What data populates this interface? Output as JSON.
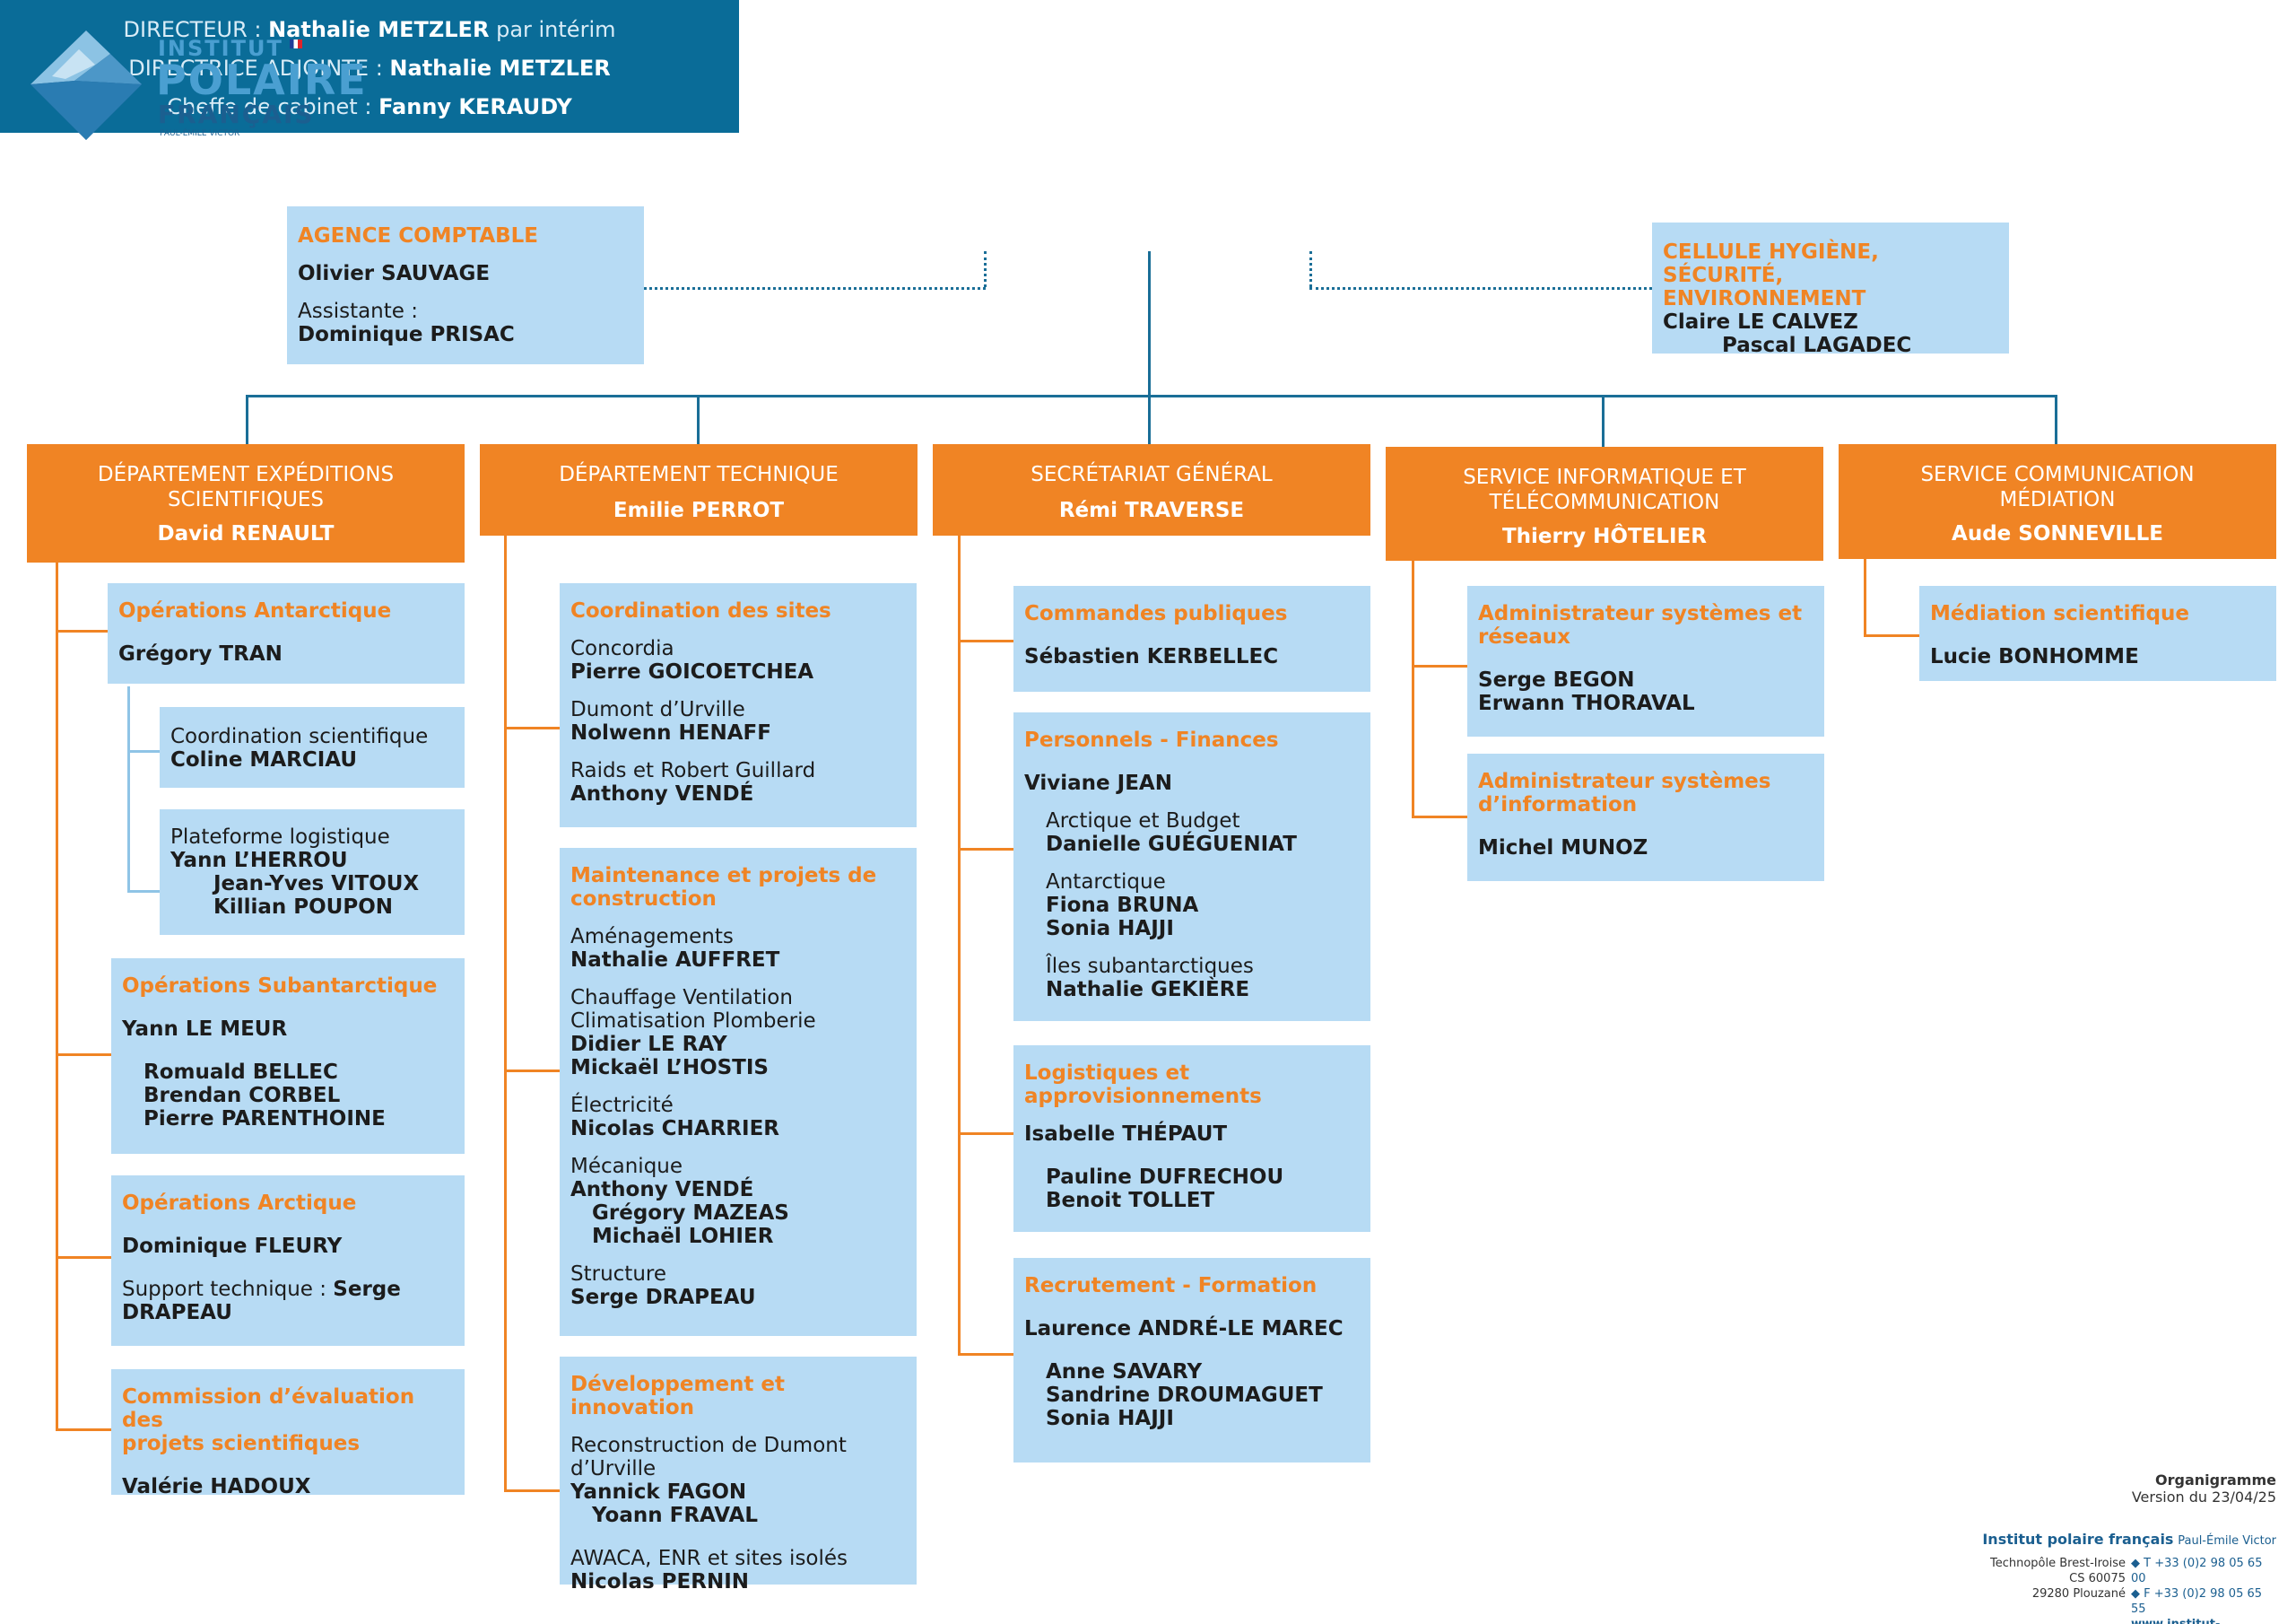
{
  "logo": {
    "line1": "INSTITUT",
    "line2": "POLAIRE",
    "line3": "FRANÇAIS",
    "line4": "PAUL-ÉMILE VICTOR"
  },
  "direction": {
    "director_label": "DIRECTEUR :",
    "director_name": "Nathalie METZLER",
    "director_note": "par intérim",
    "deputy_label": "DIRECTRICE ADJOINTE :",
    "deputy_name": "Nathalie METZLER",
    "cabinet_label": "Cheffe de cabinet :",
    "cabinet_name": "Fanny KERAUDY"
  },
  "agence": {
    "title": "AGENCE COMPTABLE",
    "name": "Olivier SAUVAGE",
    "assistant_label": "Assistante :",
    "assistant_name": "Dominique PRISAC"
  },
  "hygiene": {
    "title_line1": "CELLULE HYGIÈNE, SÉCURITÉ,",
    "title_line2": "ENVIRONNEMENT",
    "name1": "Claire LE CALVEZ",
    "name2": "Pascal LAGADEC"
  },
  "dept_expeditions": {
    "title_line1": "DÉPARTEMENT EXPÉDITIONS",
    "title_line2": "SCIENTIFIQUES",
    "head": "David RENAULT",
    "antarctique": {
      "title": "Opérations Antarctique",
      "name": "Grégory TRAN"
    },
    "coordination": {
      "label": "Coordination scientifique",
      "name": "Coline MARCIAU"
    },
    "plateforme": {
      "label": "Plateforme logistique",
      "name1": "Yann L’HERROU",
      "name2": "Jean-Yves VITOUX",
      "name3": "Killian POUPON"
    },
    "subantarctique": {
      "title": "Opérations Subantarctique",
      "lead": "Yann LE MEUR",
      "name1": "Romuald BELLEC",
      "name2": "Brendan CORBEL",
      "name3": "Pierre PARENTHOINE"
    },
    "arctique": {
      "title": "Opérations Arctique",
      "name": "Dominique FLEURY",
      "support_label": "Support technique :",
      "support_name_a": "Serge",
      "support_name_b": "DRAPEAU"
    },
    "commission": {
      "title_line1": "Commission d’évaluation des",
      "title_line2": "projets scientifiques",
      "name": "Valérie HADOUX"
    }
  },
  "dept_technique": {
    "title": "DÉPARTEMENT TECHNIQUE",
    "head": "Emilie PERROT",
    "coordination": {
      "title": "Coordination des sites",
      "site1": "Concordia",
      "name1": "Pierre GOICOETCHEA",
      "site2": "Dumont d’Urville",
      "name2": "Nolwenn HENAFF",
      "site3": "Raids et Robert Guillard",
      "name3": "Anthony VENDÉ"
    },
    "maintenance": {
      "title_line1": "Maintenance et projets de",
      "title_line2": "construction",
      "s1": "Aménagements",
      "s1_name": "Nathalie AUFFRET",
      "s2_line1": "Chauffage Ventilation",
      "s2_line2": "Climatisation Plomberie",
      "s2_name1": "Didier LE RAY",
      "s2_name2": "Mickaël L’HOSTIS",
      "s3": "Électricité",
      "s3_name": "Nicolas CHARRIER",
      "s4": "Mécanique",
      "s4_name1": "Anthony VENDÉ",
      "s4_name2": "Grégory MAZEAS",
      "s4_name3": "Michaël LOHIER",
      "s5": "Structure",
      "s5_name": "Serge DRAPEAU"
    },
    "developpement": {
      "title": "Développement et innovation",
      "s1_line1": "Reconstruction de Dumont",
      "s1_line2": "d’Urville",
      "s1_name1": "Yannick FAGON",
      "s1_name2": "Yoann FRAVAL",
      "s2": "AWACA, ENR et sites isolés",
      "s2_name": "Nicolas PERNIN"
    }
  },
  "secretariat": {
    "title": "SECRÉTARIAT GÉNÉRAL",
    "head": "Rémi TRAVERSE",
    "commandes": {
      "title": "Commandes publiques",
      "name": "Sébastien KERBELLEC"
    },
    "personnels": {
      "title": "Personnels - Finances",
      "lead": "Viviane JEAN",
      "s1": "Arctique et Budget",
      "s1_name": "Danielle GUÉGUENIAT",
      "s2": "Antarctique",
      "s2_name1": "Fiona BRUNA",
      "s2_name2": "Sonia HAJJI",
      "s3": "Îles subantarctiques",
      "s3_name": "Nathalie GEKIÈRE"
    },
    "logistiques": {
      "title_line1": "Logistiques et",
      "title_line2": "approvisionnements",
      "lead": "Isabelle THÉPAUT",
      "name1": "Pauline DUFRECHOU",
      "name2": "Benoit TOLLET"
    },
    "recrutement": {
      "title": "Recrutement - Formation",
      "lead": "Laurence ANDRÉ-LE MAREC",
      "name1": "Anne SAVARY",
      "name2": "Sandrine DROUMAGUET",
      "name3": "Sonia HAJJI"
    }
  },
  "informatique": {
    "title_line1": "SERVICE INFORMATIQUE ET",
    "title_line2": "TÉLÉCOMMUNICATION",
    "head": "Thierry HÔTELIER",
    "reseaux": {
      "title_line1": "Administrateur systèmes et",
      "title_line2": "réseaux",
      "name1": "Serge BEGON",
      "name2": "Erwann THORAVAL"
    },
    "information": {
      "title_line1": "Administrateur systèmes",
      "title_line2": "d’information",
      "name": "Michel MUNOZ"
    }
  },
  "communication": {
    "title_line1": "SERVICE COMMUNICATION",
    "title_line2": "MÉDIATION",
    "head": "Aude SONNEVILLE",
    "mediation": {
      "title": "Médiation scientifique",
      "name": "Lucie BONHOMME"
    }
  },
  "footer": {
    "doc_title": "Organigramme",
    "version": "Version du 23/04/25",
    "org_name": "Institut polaire français",
    "org_sub": "Paul-Émile Victor",
    "addr1": "Technopôle Brest-Iroise",
    "addr2": "CS 60075",
    "addr3": "29280 Plouzané",
    "tel": "◆ T +33 (0)2 98 05 65 00",
    "fax": "◆ F +33 (0)2 98 05 65 55",
    "web": "www.institut-polaire.fr"
  },
  "colors": {
    "orange": "#f08424",
    "light_blue": "#b7dbf4",
    "dark_blue": "#0a6c98"
  }
}
